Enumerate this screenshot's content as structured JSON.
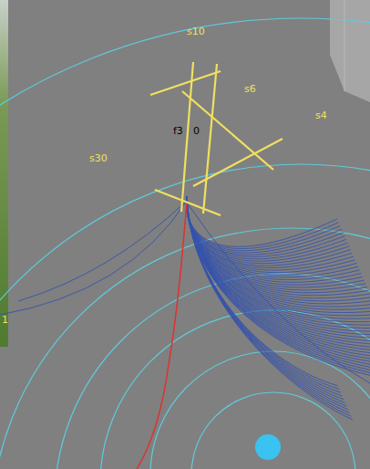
{
  "diagram": {
    "labels": [
      "s10",
      "s6",
      "s4",
      "s30",
      "f3",
      "0",
      "1"
    ]
  }
}
